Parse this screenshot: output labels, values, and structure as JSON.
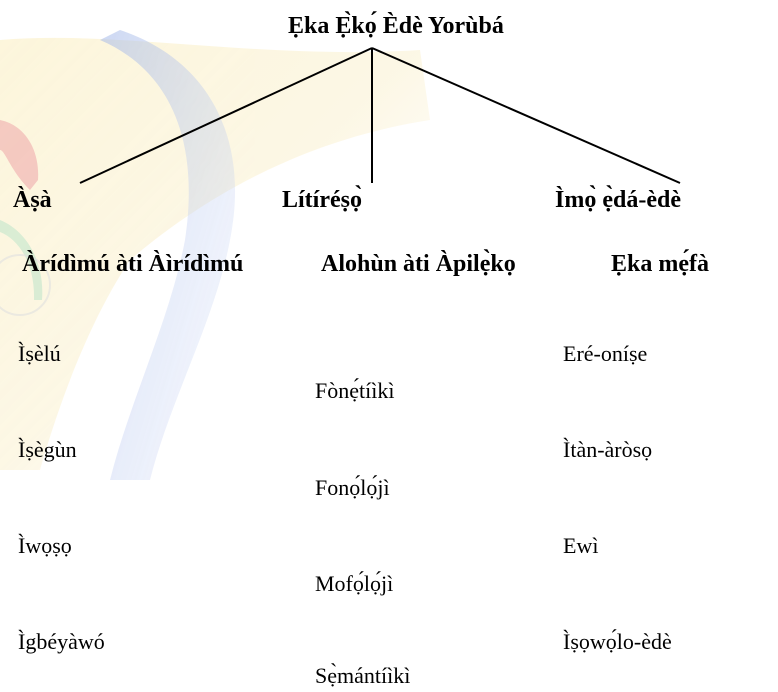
{
  "tree": {
    "root": "Ẹka Ẹ̀kọ́ Èdè Yorùbá",
    "branches": [
      "Àṣà",
      "Lítíréṣọ̀",
      "Ìmọ̀ ẹ̀dá-èdè"
    ],
    "subheadings": [
      "Àrídìmú àti Àìrídìmú",
      "Alohùn àti Àpilẹ̀kọ",
      "Ẹka mẹ́fà"
    ]
  },
  "columns": {
    "left": [
      "Ìṣèlú",
      "Ìṣègùn",
      "Ìwọṣọ",
      "Ìgbéyàwó"
    ],
    "middle": [
      "Fònẹ́tíìkì",
      "Fonọ́lọ́jì",
      "Mofọ́lọ́jì",
      "Sẹ̀mántíìkì"
    ],
    "right": [
      "Eré-oníṣe",
      "Ìtàn-àròsọ",
      "Ewì",
      "Ìṣọwọ́lo-èdè"
    ]
  },
  "colors": {
    "text": "#000000",
    "watermark_yellow": "#f5d76e",
    "watermark_blue": "#5b7fd6",
    "watermark_red": "#d9534f",
    "watermark_green": "#7fc98a"
  }
}
